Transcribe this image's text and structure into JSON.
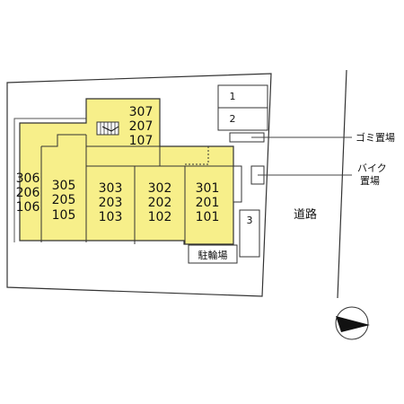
{
  "units": [
    {
      "id": "u306",
      "lines": [
        "306",
        "206",
        "106"
      ]
    },
    {
      "id": "u305",
      "lines": [
        "305",
        "205",
        "105"
      ]
    },
    {
      "id": "u303",
      "lines": [
        "303",
        "203",
        "103"
      ]
    },
    {
      "id": "u302",
      "lines": [
        "302",
        "202",
        "102"
      ]
    },
    {
      "id": "u301",
      "lines": [
        "301",
        "201",
        "101"
      ]
    },
    {
      "id": "u307",
      "lines": [
        "307",
        "207",
        "107"
      ]
    }
  ],
  "parking": {
    "p1": "1",
    "p2": "2",
    "p3": "3"
  },
  "labels": {
    "garbage_area": "ゴミ置場",
    "bike_area_line1": "バイク",
    "bike_area_line2": "置場",
    "bicycle_parking": "駐輪場",
    "road": "道路"
  },
  "colors": {
    "building_fill": "#f7ef8a",
    "outline": "#333333",
    "line": "#444444"
  },
  "icons": {
    "compass": "north-arrow-icon",
    "stairs": "stairs-icon"
  }
}
